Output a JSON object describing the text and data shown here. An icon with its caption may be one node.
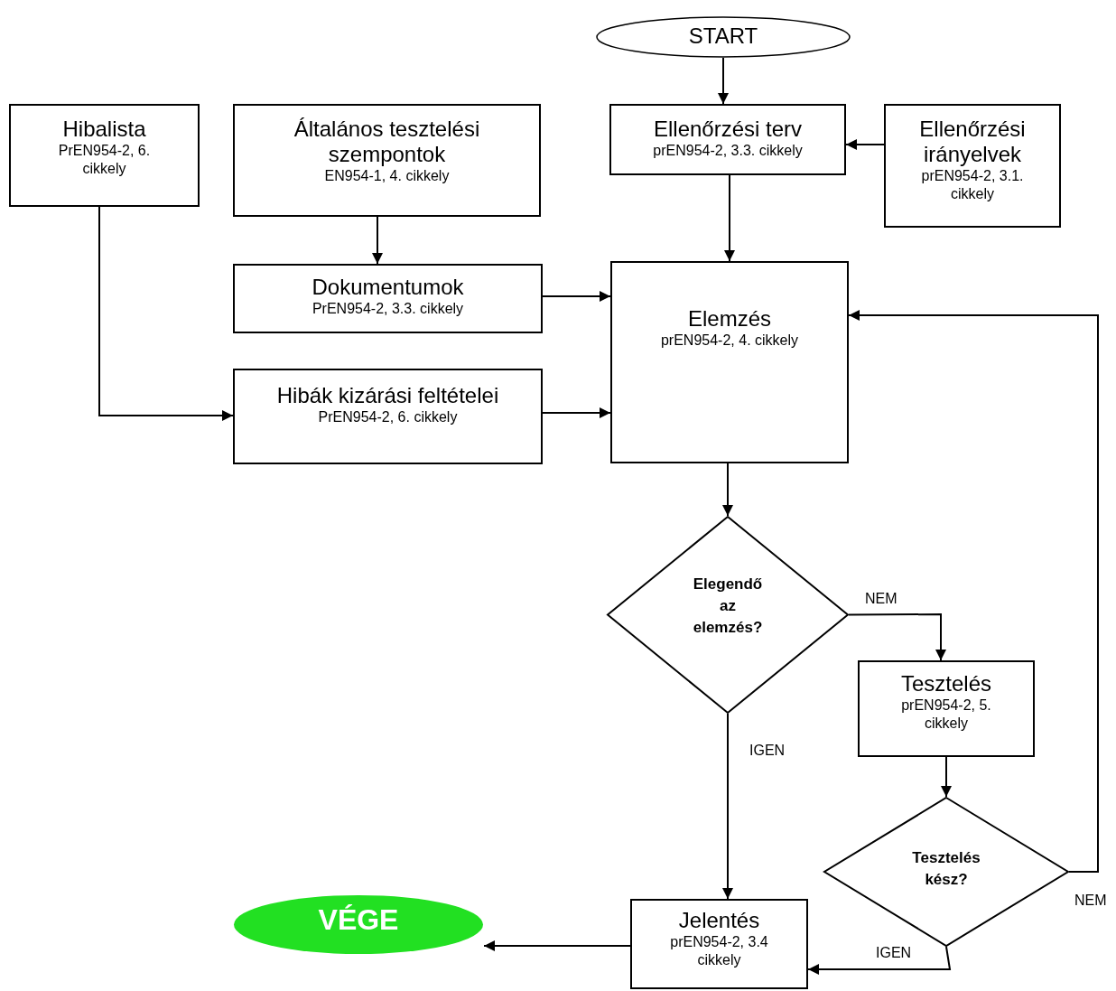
{
  "diagram": {
    "nodes": [
      {
        "text": [
          "START"
        ]
      },
      {
        "text": [
          "Hibalista",
          "PrEN954-2, 6. cikkely"
        ]
      },
      {
        "text": [
          "Általános tesztelési szempontok",
          "EN954-1, 4. cikkely"
        ]
      },
      {
        "text": [
          "Ellenőrzési terv",
          "prEN954-2, 3.3. cikkely"
        ]
      },
      {
        "text": [
          "Ellenőrzési irányelvek",
          "prEN954-2, 3.1. cikkely"
        ]
      },
      {
        "text": [
          "Dokumentumok",
          "PrEN954-2, 3.3. cikkely"
        ]
      },
      {
        "text": [
          "Hibák kizárási feltételei",
          "PrEN954-2, 6. cikkely"
        ]
      },
      {
        "text": [
          "Elemzés",
          "prEN954-2, 4. cikkely"
        ]
      },
      {
        "text": [
          "Elegendő az elemzés?"
        ]
      },
      {
        "text": [
          "Tesztelés",
          "prEN954-2, 5. cikkely"
        ]
      },
      {
        "text": [
          "Tesztelés kész?"
        ]
      },
      {
        "text": [
          "Jelentés",
          "prEN954-2, 3.4 cikkely"
        ]
      },
      {
        "text": [
          "VÉGE"
        ]
      }
    ],
    "edges": [
      {
        "from": 0,
        "to": 3,
        "arrow": "to"
      },
      {
        "from": 4,
        "to": 3,
        "arrow": "to"
      },
      {
        "from": 2,
        "to": 5,
        "arrow": "to"
      },
      {
        "from": 1,
        "to": 6,
        "arrow": "to"
      },
      {
        "from": 3,
        "to": 7,
        "arrow": "to"
      },
      {
        "from": 5,
        "to": 7,
        "arrow": "to"
      },
      {
        "from": 6,
        "to": 7,
        "arrow": "to"
      },
      {
        "from": 7,
        "to": 8,
        "arrow": "to"
      },
      {
        "from": 8,
        "to": 9,
        "arrow": "to",
        "label": "NEM"
      },
      {
        "from": 8,
        "to": 11,
        "arrow": "to",
        "label": "IGEN"
      },
      {
        "from": 9,
        "to": 10,
        "arrow": "to"
      },
      {
        "from": 10,
        "to": 7,
        "arrow": "to",
        "label": "NEM"
      },
      {
        "from": 10,
        "to": 11,
        "arrow": "to",
        "label": "IGEN"
      },
      {
        "from": 11,
        "to": 12,
        "arrow": "to"
      }
    ]
  }
}
